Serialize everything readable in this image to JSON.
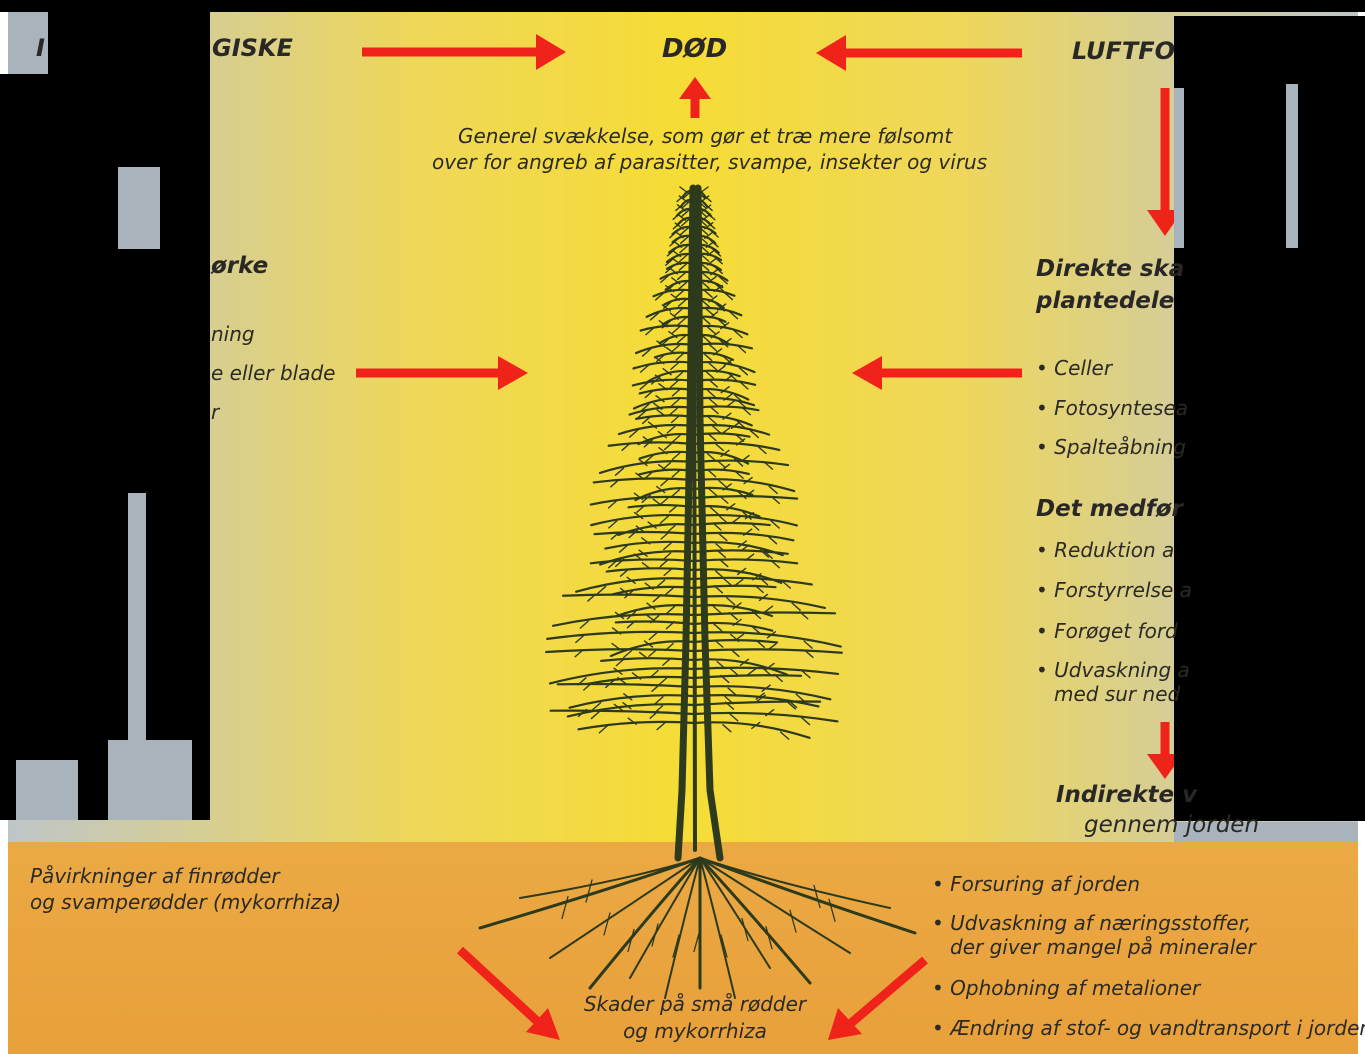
{
  "colors": {
    "sky_top": "#bfc3c0",
    "sky_mid": "#f4dd3a",
    "ground": "#e9a53b",
    "arrow": "#f0231b",
    "tree": "#2d3a1c",
    "text": "#2c2a24",
    "redaction": "#000000",
    "scan_gray": "#a9b3bb"
  },
  "top": {
    "left_heading_partial": "GISKE",
    "left_heading_edge": "I",
    "center_heading": "DØD",
    "right_heading_partial": "LUFTFO",
    "weakness_lines": [
      "Generel svækkelse, som gør et træ mere følsomt",
      "over for angreb af parasitter, svampe, insekter og virus"
    ]
  },
  "left_column": {
    "heading_partial": "ørke",
    "items_partial": [
      "ning",
      "e eller blade",
      "r"
    ]
  },
  "right_column": {
    "direct_heading": [
      "Direkte ska",
      "plantedele"
    ],
    "direct_items": [
      "• Celler",
      "• Fotosyntesea",
      "• Spalteåbning"
    ],
    "consequence_heading": "Det medfør",
    "consequence_items": [
      "• Reduktion a",
      "• Forstyrrelse a",
      "• Forøget ford",
      "• Udvaskning a"
    ],
    "consequence_continuation": "med sur ned",
    "indirect_heading": [
      "Indirekte v",
      "gennem jorden"
    ]
  },
  "ground": {
    "left_effects": [
      "Påvirkninger af finrødder",
      "og svamperødder (mykorrhiza)"
    ],
    "right_items": [
      "• Forsuring af jorden",
      "• Udvaskning af næringsstoffer,",
      "der giver mangel på mineraler",
      "• Ophobning af metalioner",
      "• Ændring af stof- og vandtransport i jorden"
    ],
    "root_damage": [
      "Skader på små rødder",
      "og mykorrhiza"
    ]
  }
}
